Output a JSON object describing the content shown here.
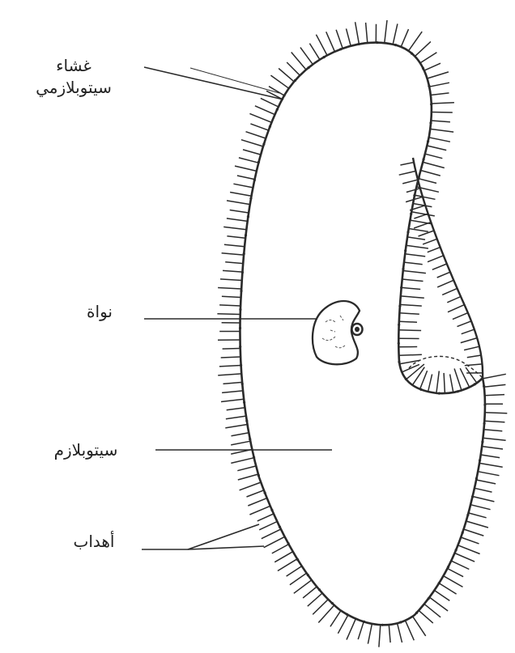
{
  "labels": {
    "membrane_line1": "غشاء",
    "membrane_line2": "سيتوبلازمي",
    "nucleus": "نواة",
    "cytoplasm": "سيتوبلازم",
    "cilia": "أهداب"
  },
  "colors": {
    "ink": "#2a2a2a",
    "background": "#ffffff"
  }
}
